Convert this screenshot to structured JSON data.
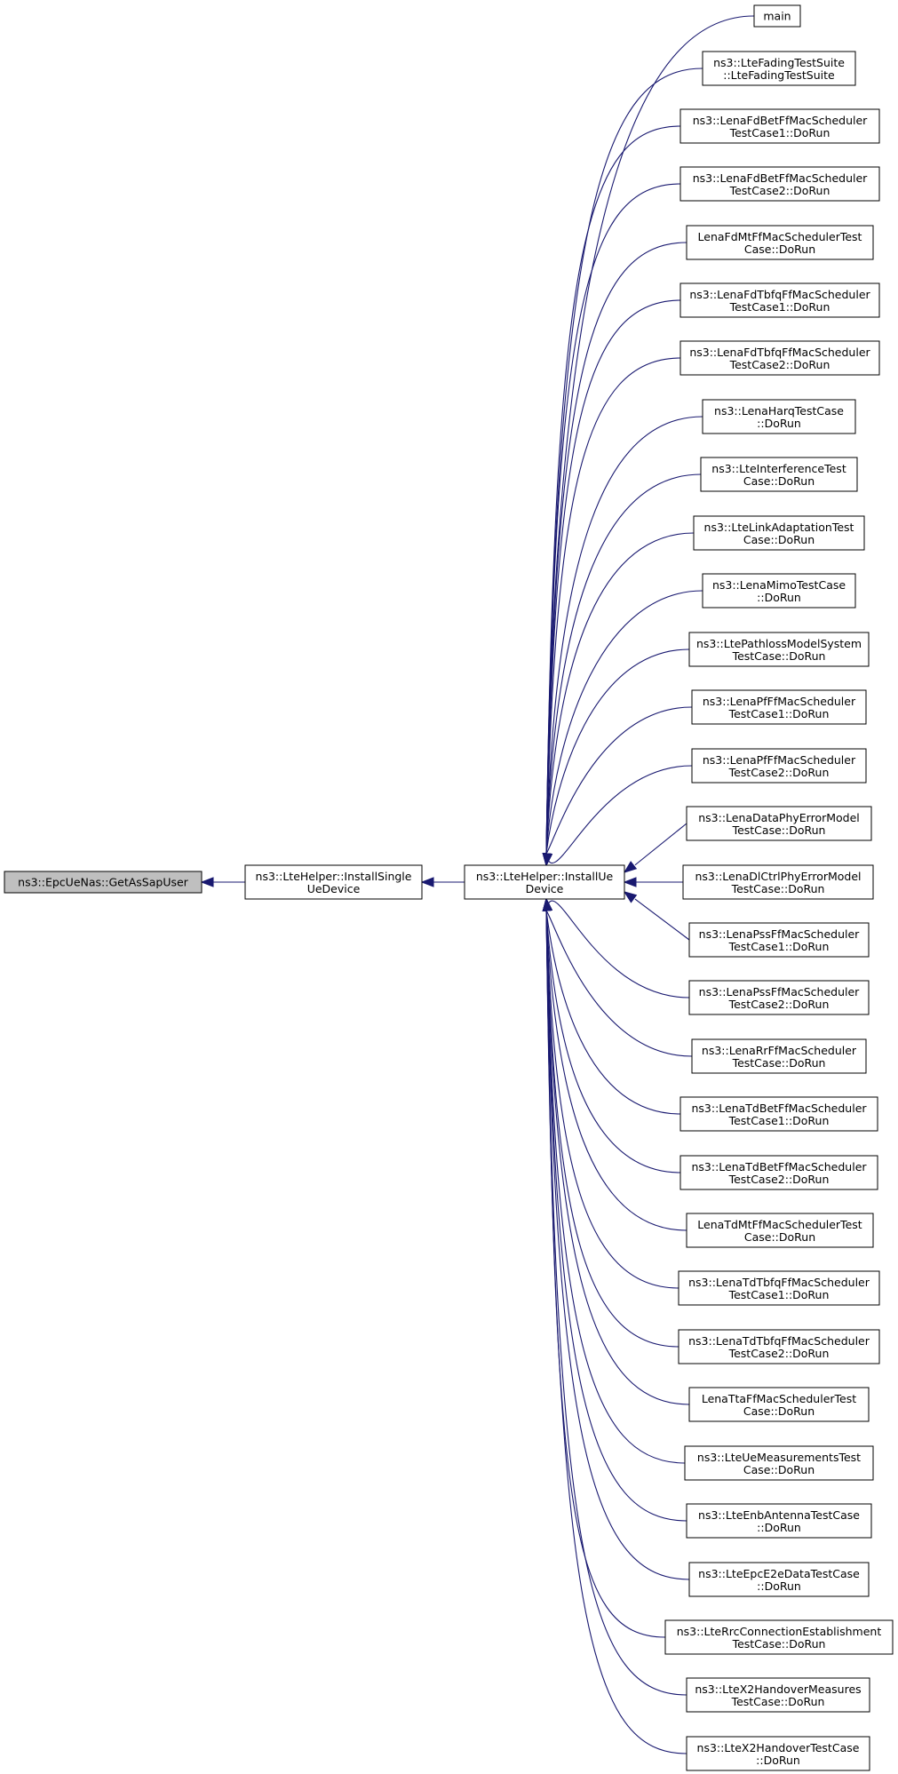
{
  "graph": {
    "root": {
      "id": "root",
      "lines": [
        "ns3::EpcUeNas::GetAsSapUser"
      ]
    },
    "level1": {
      "id": "installSingle",
      "lines": [
        "ns3::LteHelper::InstallSingle",
        "UeDevice"
      ]
    },
    "level2": {
      "id": "installUe",
      "lines": [
        "ns3::LteHelper::InstallUe",
        "Device"
      ]
    },
    "callers": [
      {
        "lines": [
          "main"
        ]
      },
      {
        "lines": [
          "ns3::LteFadingTestSuite",
          "::LteFadingTestSuite"
        ]
      },
      {
        "lines": [
          "ns3::LenaFdBetFfMacScheduler",
          "TestCase1::DoRun"
        ]
      },
      {
        "lines": [
          "ns3::LenaFdBetFfMacScheduler",
          "TestCase2::DoRun"
        ]
      },
      {
        "lines": [
          "LenaFdMtFfMacSchedulerTest",
          "Case::DoRun"
        ]
      },
      {
        "lines": [
          "ns3::LenaFdTbfqFfMacScheduler",
          "TestCase1::DoRun"
        ]
      },
      {
        "lines": [
          "ns3::LenaFdTbfqFfMacScheduler",
          "TestCase2::DoRun"
        ]
      },
      {
        "lines": [
          "ns3::LenaHarqTestCase",
          "::DoRun"
        ]
      },
      {
        "lines": [
          "ns3::LteInterferenceTest",
          "Case::DoRun"
        ]
      },
      {
        "lines": [
          "ns3::LteLinkAdaptationTest",
          "Case::DoRun"
        ]
      },
      {
        "lines": [
          "ns3::LenaMimoTestCase",
          "::DoRun"
        ]
      },
      {
        "lines": [
          "ns3::LtePathlossModelSystem",
          "TestCase::DoRun"
        ]
      },
      {
        "lines": [
          "ns3::LenaPfFfMacScheduler",
          "TestCase1::DoRun"
        ]
      },
      {
        "lines": [
          "ns3::LenaPfFfMacScheduler",
          "TestCase2::DoRun"
        ]
      },
      {
        "lines": [
          "ns3::LenaDataPhyErrorModel",
          "TestCase::DoRun"
        ]
      },
      {
        "lines": [
          "ns3::LenaDlCtrlPhyErrorModel",
          "TestCase::DoRun"
        ]
      },
      {
        "lines": [
          "ns3::LenaPssFfMacScheduler",
          "TestCase1::DoRun"
        ]
      },
      {
        "lines": [
          "ns3::LenaPssFfMacScheduler",
          "TestCase2::DoRun"
        ]
      },
      {
        "lines": [
          "ns3::LenaRrFfMacScheduler",
          "TestCase::DoRun"
        ]
      },
      {
        "lines": [
          "ns3::LenaTdBetFfMacScheduler",
          "TestCase1::DoRun"
        ]
      },
      {
        "lines": [
          "ns3::LenaTdBetFfMacScheduler",
          "TestCase2::DoRun"
        ]
      },
      {
        "lines": [
          "LenaTdMtFfMacSchedulerTest",
          "Case::DoRun"
        ]
      },
      {
        "lines": [
          "ns3::LenaTdTbfqFfMacScheduler",
          "TestCase1::DoRun"
        ]
      },
      {
        "lines": [
          "ns3::LenaTdTbfqFfMacScheduler",
          "TestCase2::DoRun"
        ]
      },
      {
        "lines": [
          "LenaTtaFfMacSchedulerTest",
          "Case::DoRun"
        ]
      },
      {
        "lines": [
          "ns3::LteUeMeasurementsTest",
          "Case::DoRun"
        ]
      },
      {
        "lines": [
          "ns3::LteEnbAntennaTestCase",
          "::DoRun"
        ]
      },
      {
        "lines": [
          "ns3::LteEpcE2eDataTestCase",
          "::DoRun"
        ]
      },
      {
        "lines": [
          "ns3::LteRrcConnectionEstablishment",
          "TestCase::DoRun"
        ]
      },
      {
        "lines": [
          "ns3::LteX2HandoverMeasures",
          "TestCase::DoRun"
        ]
      },
      {
        "lines": [
          "ns3::LteX2HandoverTestCase",
          "::DoRun"
        ]
      }
    ],
    "colors": {
      "edge": "#191970",
      "current_fill": "#bfbfbf",
      "node_fill": "#ffffff",
      "border": "#000000"
    }
  }
}
